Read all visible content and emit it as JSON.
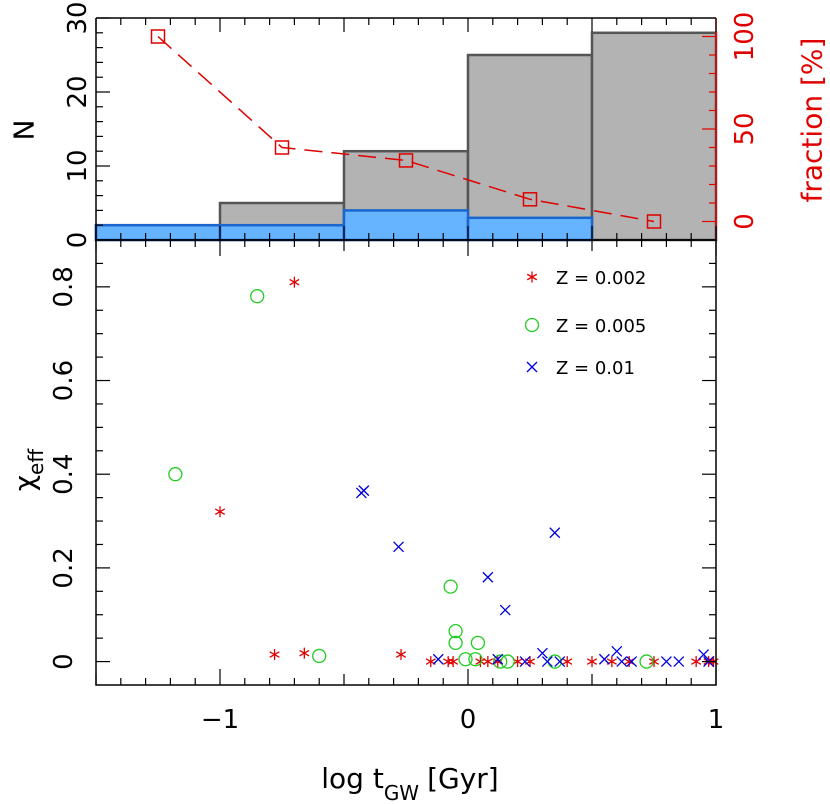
{
  "chart_data": [
    {
      "type": "bar",
      "panel": "top-histogram",
      "ylabel": "N",
      "y2label": "fraction [%]",
      "xlim": [
        -1.5,
        1.0
      ],
      "ylim": [
        0,
        30
      ],
      "y2lim": [
        -10,
        110
      ],
      "yticks": [
        0,
        10,
        20,
        30
      ],
      "y2ticks": [
        0,
        50,
        100
      ],
      "bins": [
        {
          "x0": -1.5,
          "x1": -1.0,
          "total": 2,
          "sub": 2
        },
        {
          "x0": -1.0,
          "x1": -0.5,
          "total": 5,
          "sub": 2
        },
        {
          "x0": -0.5,
          "x1": 0.0,
          "total": 12,
          "sub": 4
        },
        {
          "x0": 0.0,
          "x1": 0.5,
          "total": 25,
          "sub": 3
        },
        {
          "x0": 0.5,
          "x1": 1.0,
          "total": 28,
          "sub": 0
        }
      ],
      "fraction_series": {
        "x": [
          -1.25,
          -0.75,
          -0.25,
          0.25,
          0.75
        ],
        "y": [
          100,
          40,
          33,
          12,
          0
        ]
      },
      "colors": {
        "total_fill": "#b3b3b3",
        "total_edge": "#555555",
        "sub_fill": "#66b3ff",
        "sub_edge": "#1a66cc",
        "fraction": "#e00000"
      }
    },
    {
      "type": "scatter",
      "panel": "bottom-scatter",
      "xlabel_main": "log t",
      "xlabel_sub": "GW",
      "xlabel_unit": "[Gyr]",
      "ylabel_main": "χ",
      "ylabel_sub": "eff",
      "xlim": [
        -1.5,
        1.0
      ],
      "ylim": [
        -0.05,
        0.9
      ],
      "xticks": [
        -1,
        0,
        1
      ],
      "xtick_labels": [
        "−1",
        "0",
        "1"
      ],
      "yticks": [
        0,
        0.2,
        0.4,
        0.6,
        0.8
      ],
      "ytick_labels": [
        "0",
        "0.2",
        "0.4",
        "0.6",
        "0.8"
      ],
      "legend_position": "top-right",
      "series": [
        {
          "name": "Z = 0.002",
          "marker": "asterisk",
          "color": "#e00000",
          "points": [
            [
              -0.7,
              0.81
            ],
            [
              -1.0,
              0.32
            ],
            [
              -0.78,
              0.015
            ],
            [
              -0.66,
              0.018
            ],
            [
              -0.27,
              0.015
            ],
            [
              -0.15,
              0.0
            ],
            [
              -0.08,
              0.0
            ],
            [
              -0.06,
              0.0
            ],
            [
              0.05,
              0.0
            ],
            [
              0.08,
              0.0
            ],
            [
              0.12,
              0.0
            ],
            [
              0.2,
              0.0
            ],
            [
              0.25,
              0.0
            ],
            [
              0.4,
              0.0
            ],
            [
              0.5,
              0.0
            ],
            [
              0.58,
              0.0
            ],
            [
              0.65,
              0.0
            ],
            [
              0.75,
              0.0
            ],
            [
              0.92,
              0.0
            ],
            [
              0.97,
              0.0
            ],
            [
              0.99,
              0.0
            ]
          ]
        },
        {
          "name": "Z = 0.005",
          "marker": "circle",
          "color": "#22cc22",
          "points": [
            [
              -0.85,
              0.78
            ],
            [
              -1.18,
              0.4
            ],
            [
              -0.6,
              0.012
            ],
            [
              -0.07,
              0.16
            ],
            [
              -0.05,
              0.065
            ],
            [
              -0.05,
              0.04
            ],
            [
              0.04,
              0.04
            ],
            [
              -0.01,
              0.005
            ],
            [
              0.03,
              0.005
            ],
            [
              0.13,
              0.0
            ],
            [
              0.16,
              0.0
            ],
            [
              0.35,
              0.0
            ],
            [
              0.72,
              0.0
            ]
          ]
        },
        {
          "name": "Z = 0.01",
          "marker": "cross",
          "color": "#0000e0",
          "points": [
            [
              -0.43,
              0.36
            ],
            [
              -0.42,
              0.365
            ],
            [
              -0.28,
              0.245
            ],
            [
              0.35,
              0.275
            ],
            [
              0.08,
              0.18
            ],
            [
              0.15,
              0.11
            ],
            [
              0.3,
              0.018
            ],
            [
              0.6,
              0.022
            ],
            [
              -0.12,
              0.005
            ],
            [
              0.12,
              0.005
            ],
            [
              0.23,
              0.0
            ],
            [
              0.32,
              0.0
            ],
            [
              0.37,
              0.0
            ],
            [
              0.55,
              0.005
            ],
            [
              0.62,
              0.0
            ],
            [
              0.66,
              0.0
            ],
            [
              0.8,
              0.0
            ],
            [
              0.85,
              0.0
            ],
            [
              0.95,
              0.015
            ],
            [
              0.97,
              0.0
            ]
          ]
        }
      ]
    }
  ]
}
